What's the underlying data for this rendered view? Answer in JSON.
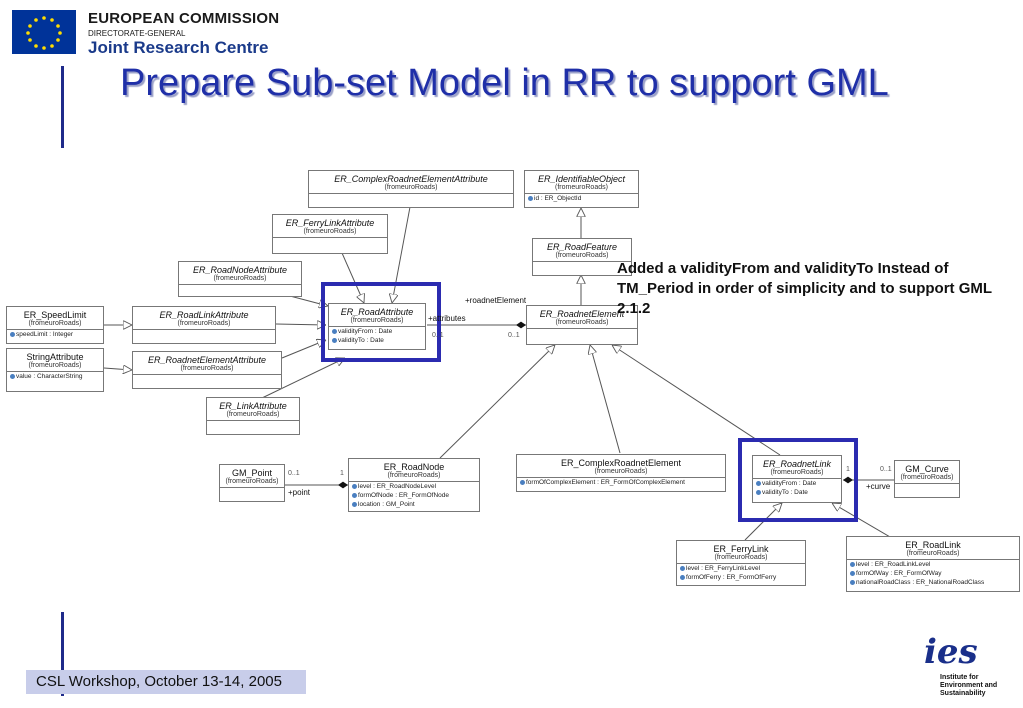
{
  "header": {
    "org_line1": "EUROPEAN COMMISSION",
    "org_line2": "DIRECTORATE-GENERAL",
    "org_line3": "Joint Research Centre"
  },
  "title": "Prepare Sub-set Model in RR to support GML",
  "annotation": "Added a validityFrom and validityTo Instead of TM_Period in order of simplicity and to support GML 2.1.2",
  "footer": "CSL Workshop, October 13-14, 2005",
  "logo": {
    "letters": "ies",
    "subtitle": "Institute for Environment and Sustainability"
  },
  "diagram": {
    "classes": {
      "complexAttr": {
        "name": "ER_ComplexRoadnetElementAttribute",
        "pkg": "(fromeuroRoads)"
      },
      "identifiable": {
        "name": "ER_IdentifiableObject",
        "pkg": "(fromeuroRoads)",
        "attrs": [
          "id : ER_ObjectId"
        ]
      },
      "ferryLinkAttr": {
        "name": "ER_FerryLinkAttribute",
        "pkg": "(fromeuroRoads)"
      },
      "roadFeature": {
        "name": "ER_RoadFeature",
        "pkg": "(fromeuroRoads)"
      },
      "roadNodeAttr": {
        "name": "ER_RoadNodeAttribute",
        "pkg": "(fromeuroRoads)"
      },
      "speedLimit": {
        "name": "ER_SpeedLimit",
        "pkg": "(fromeuroRoads)",
        "attrs": [
          "speedLimit : Integer"
        ]
      },
      "roadLinkAttr": {
        "name": "ER_RoadLinkAttribute",
        "pkg": "(fromeuroRoads)"
      },
      "roadAttr": {
        "name": "ER_RoadAttribute",
        "pkg": "(fromeuroRoads)",
        "attrs": [
          "validityFrom : Date",
          "validityTo : Date"
        ]
      },
      "roadnetEl": {
        "name": "ER_RoadnetElement",
        "pkg": "(fromeuroRoads)"
      },
      "stringAttr": {
        "name": "StringAttribute",
        "pkg": "(fromeuroRoads)",
        "attrs": [
          "value : CharacterString"
        ]
      },
      "roadnetElAttr": {
        "name": "ER_RoadnetElementAttribute",
        "pkg": "(fromeuroRoads)"
      },
      "linkAttr": {
        "name": "ER_LinkAttribute",
        "pkg": "(fromeuroRoads)"
      },
      "gmPoint": {
        "name": "GM_Point",
        "pkg": "(fromeuroRoads)"
      },
      "roadNode": {
        "name": "ER_RoadNode",
        "pkg": "(fromeuroRoads)",
        "attrs": [
          "level : ER_RoadNodeLevel",
          "formOfNode : ER_FormOfNode",
          "location : GM_Point"
        ]
      },
      "complexEl": {
        "name": "ER_ComplexRoadnetElement",
        "pkg": "(fromeuroRoads)",
        "attrs": [
          "formOfComplexElement : ER_FormOfComplexElement"
        ]
      },
      "roadnetLink": {
        "name": "ER_RoadnetLink",
        "pkg": "(fromeuroRoads)",
        "attrs": [
          "validityFrom : Date",
          "validityTo : Date"
        ]
      },
      "gmCurve": {
        "name": "GM_Curve",
        "pkg": "(fromeuroRoads)"
      },
      "ferryLink": {
        "name": "ER_FerryLink",
        "pkg": "(fromeuroRoads)",
        "attrs": [
          "level : ER_FerryLinkLevel",
          "formOfFerry : ER_FormOfFerry"
        ]
      },
      "roadLink": {
        "name": "ER_RoadLink",
        "pkg": "(fromeuroRoads)",
        "attrs": [
          "level : ER_RoadLinkLevel",
          "formOfWay : ER_FormOfWay",
          "nationalRoadClass : ER_NationalRoadClass"
        ]
      }
    },
    "labels": {
      "roadnetElement_role": "+roadnetElement",
      "attributes_role": "+attributes",
      "point_role": "+point",
      "curve_role": "+curve",
      "mult_zero_one": "0..1",
      "mult_one": "1"
    }
  }
}
